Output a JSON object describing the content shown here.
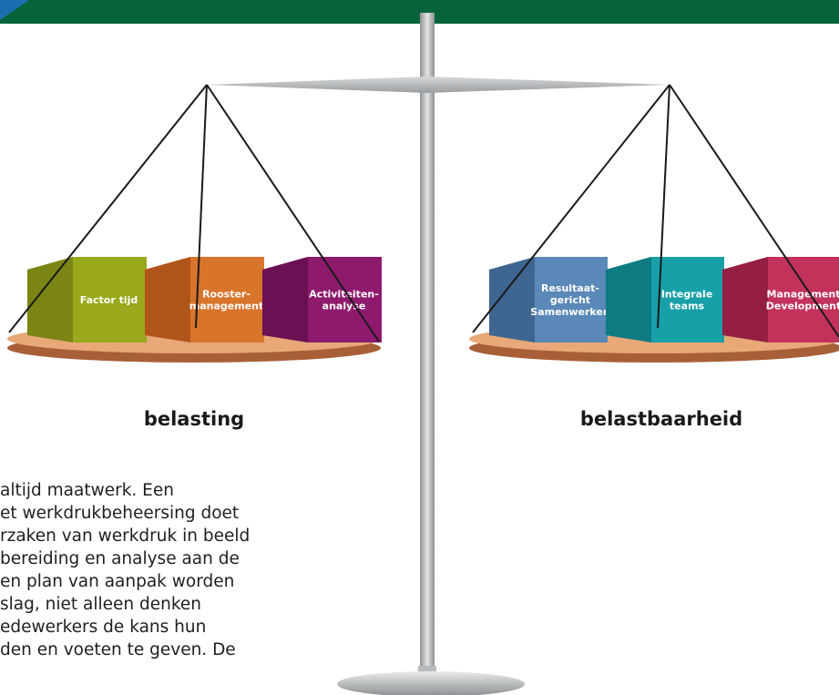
{
  "left_pan": {
    "caption": "belasting",
    "boxes": [
      {
        "lines": [
          "Factor tijd"
        ],
        "front": "#9aa81b",
        "side": "#7a8515",
        "top": "#b5c23a"
      },
      {
        "lines": [
          "Rooster-",
          "management"
        ],
        "front": "#d9742b",
        "side": "#b0551a",
        "top": "#e58f4d"
      },
      {
        "lines": [
          "Activiteiten-",
          "analyse"
        ],
        "front": "#8e1a6e",
        "side": "#6b1052",
        "top": "#a83a88"
      }
    ]
  },
  "right_pan": {
    "caption": "belastbaarheid",
    "boxes": [
      {
        "lines": [
          "Resultaat-",
          "gericht",
          "Samenwerken"
        ],
        "front": "#5a88b8",
        "side": "#3f6690",
        "top": "#7aa3cc"
      },
      {
        "lines": [
          "Integrale",
          "teams"
        ],
        "front": "#17a0a8",
        "side": "#0e7a82",
        "top": "#3ab8bf"
      },
      {
        "lines": [
          "Management",
          "Development"
        ],
        "front": "#c2325a",
        "side": "#941f40",
        "top": "#d45577"
      }
    ]
  },
  "body_text": [
    "altijd maatwerk. Een",
    "et werkdrukbeheersing doet",
    "rzaken van werkdruk in beeld",
    "bereiding en analyse aan de",
    "en plan van aanpak worden",
    "slag, niet alleen denken",
    "edewerkers de kans hun",
    "den en voeten te geven. De"
  ],
  "colors": {
    "banner": "#07643a",
    "banner_corner": "#1a6fb0",
    "pan_fill": "#e8a877",
    "pan_rim": "#a85f38",
    "pole": "#c9cbcd",
    "pole_shade": "#8d9092",
    "string": "#1a1a1a"
  }
}
